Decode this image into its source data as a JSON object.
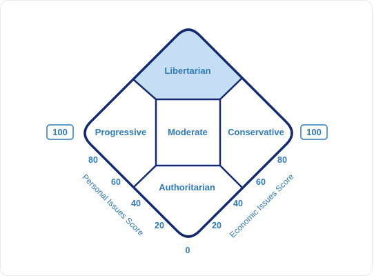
{
  "regions": {
    "libertarian": "Libertarian",
    "progressive": "Progressive",
    "moderate": "Moderate",
    "conservative": "Conservative",
    "authoritarian": "Authoritarian"
  },
  "badges": {
    "left": "100",
    "right": "100"
  },
  "personal_axis": {
    "title": "Personal Issues Score",
    "ticks": [
      "80",
      "60",
      "40",
      "20"
    ]
  },
  "economic_axis": {
    "title": "Economic Issues Score",
    "ticks": [
      "20",
      "40",
      "60",
      "80"
    ]
  },
  "origin_label": "0",
  "colors": {
    "outline": "#142a6e",
    "libertarian_fill": "#c5def4",
    "label": "#2f7ab8",
    "card_border": "#e7e9ee"
  }
}
